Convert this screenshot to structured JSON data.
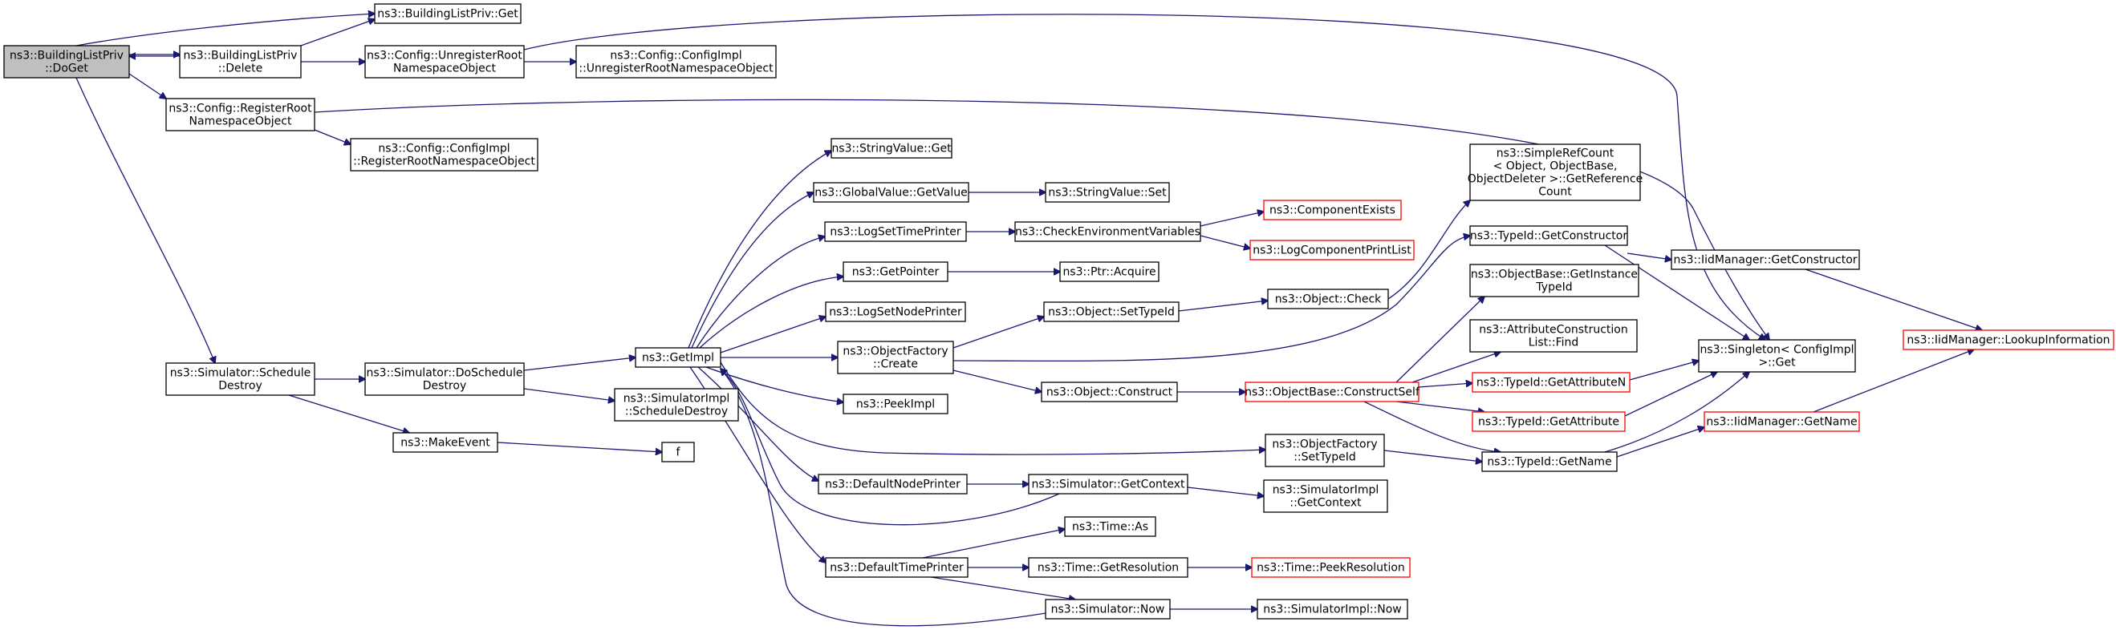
{
  "colors": {
    "edge": "#191970",
    "node_border": "#000000",
    "node_border_incomplete": "#ff0000",
    "node_fill": "#ffffff",
    "root_fill": "#bfbfbf"
  },
  "nodes": [
    {
      "id": "doget",
      "lines": [
        "ns3::BuildingListPriv",
        "::DoGet"
      ],
      "style": "root"
    },
    {
      "id": "blp_get",
      "lines": [
        "ns3::BuildingListPriv::Get"
      ],
      "style": "normal"
    },
    {
      "id": "blp_delete",
      "lines": [
        "ns3::BuildingListPriv",
        "::Delete"
      ],
      "style": "normal"
    },
    {
      "id": "cfg_unreg",
      "lines": [
        "ns3::Config::UnregisterRoot",
        "NamespaceObject"
      ],
      "style": "normal"
    },
    {
      "id": "cfgimpl_unreg",
      "lines": [
        "ns3::Config::ConfigImpl",
        "::UnregisterRootNamespaceObject"
      ],
      "style": "normal"
    },
    {
      "id": "cfg_reg",
      "lines": [
        "ns3::Config::RegisterRoot",
        "NamespaceObject"
      ],
      "style": "normal"
    },
    {
      "id": "cfgimpl_reg",
      "lines": [
        "ns3::Config::ConfigImpl",
        "::RegisterRootNamespaceObject"
      ],
      "style": "normal"
    },
    {
      "id": "sim_schedule_destroy",
      "lines": [
        "ns3::Simulator::Schedule",
        "Destroy"
      ],
      "style": "normal"
    },
    {
      "id": "sim_doschedule_destroy",
      "lines": [
        "ns3::Simulator::DoSchedule",
        "Destroy"
      ],
      "style": "normal"
    },
    {
      "id": "simimpl_schedule_destroy",
      "lines": [
        "ns3::SimulatorImpl",
        "::ScheduleDestroy"
      ],
      "style": "normal"
    },
    {
      "id": "make_event",
      "lines": [
        "ns3::MakeEvent"
      ],
      "style": "normal"
    },
    {
      "id": "f",
      "lines": [
        "f"
      ],
      "style": "normal"
    },
    {
      "id": "getimpl",
      "lines": [
        "ns3::GetImpl"
      ],
      "style": "normal"
    },
    {
      "id": "stringvalue_get",
      "lines": [
        "ns3::StringValue::Get"
      ],
      "style": "normal"
    },
    {
      "id": "globalvalue_getvalue",
      "lines": [
        "ns3::GlobalValue::GetValue"
      ],
      "style": "normal"
    },
    {
      "id": "stringvalue_set",
      "lines": [
        "ns3::StringValue::Set"
      ],
      "style": "normal"
    },
    {
      "id": "logsettimeprinter",
      "lines": [
        "ns3::LogSetTimePrinter"
      ],
      "style": "normal"
    },
    {
      "id": "checkenv",
      "lines": [
        "ns3::CheckEnvironmentVariables"
      ],
      "style": "normal"
    },
    {
      "id": "componentexists",
      "lines": [
        "ns3::ComponentExists"
      ],
      "style": "incomplete"
    },
    {
      "id": "logcomponentprintlist",
      "lines": [
        "ns3::LogComponentPrintList"
      ],
      "style": "incomplete"
    },
    {
      "id": "getpointer",
      "lines": [
        "ns3::GetPointer"
      ],
      "style": "normal"
    },
    {
      "id": "ptr_acquire",
      "lines": [
        "ns3::Ptr::Acquire"
      ],
      "style": "normal"
    },
    {
      "id": "logsetnodeprinter",
      "lines": [
        "ns3::LogSetNodePrinter"
      ],
      "style": "normal"
    },
    {
      "id": "objectfactory_create",
      "lines": [
        "ns3::ObjectFactory",
        "::Create"
      ],
      "style": "normal"
    },
    {
      "id": "object_settypeid",
      "lines": [
        "ns3::Object::SetTypeId"
      ],
      "style": "normal"
    },
    {
      "id": "object_check",
      "lines": [
        "ns3::Object::Check"
      ],
      "style": "normal"
    },
    {
      "id": "simplerefcount",
      "lines": [
        "ns3::SimpleRefCount",
        "< Object, ObjectBase,",
        " ObjectDeleter >::GetReference",
        "Count"
      ],
      "style": "normal"
    },
    {
      "id": "object_construct",
      "lines": [
        "ns3::Object::Construct"
      ],
      "style": "normal"
    },
    {
      "id": "objectbase_constructself",
      "lines": [
        "ns3::ObjectBase::ConstructSelf"
      ],
      "style": "incomplete"
    },
    {
      "id": "typeid_getconstructor",
      "lines": [
        "ns3::TypeId::GetConstructor"
      ],
      "style": "normal"
    },
    {
      "id": "objectbase_getinstancetypeid",
      "lines": [
        "ns3::ObjectBase::GetInstance",
        "TypeId"
      ],
      "style": "normal"
    },
    {
      "id": "attrconstruction_find",
      "lines": [
        "ns3::AttributeConstruction",
        "List::Find"
      ],
      "style": "normal"
    },
    {
      "id": "typeid_getattributen",
      "lines": [
        "ns3::TypeId::GetAttributeN"
      ],
      "style": "incomplete"
    },
    {
      "id": "typeid_getattribute",
      "lines": [
        "ns3::TypeId::GetAttribute"
      ],
      "style": "incomplete"
    },
    {
      "id": "peekimpl",
      "lines": [
        "ns3::PeekImpl"
      ],
      "style": "normal"
    },
    {
      "id": "objectfactory_settypeid",
      "lines": [
        "ns3::ObjectFactory",
        "::SetTypeId"
      ],
      "style": "normal"
    },
    {
      "id": "typeid_getname",
      "lines": [
        "ns3::TypeId::GetName"
      ],
      "style": "normal"
    },
    {
      "id": "singleton_get",
      "lines": [
        "ns3::Singleton< ConfigImpl",
        " >::Get"
      ],
      "style": "normal"
    },
    {
      "id": "iidmanager_getconstructor",
      "lines": [
        "ns3::IidManager::GetConstructor"
      ],
      "style": "normal"
    },
    {
      "id": "iidmanager_getname",
      "lines": [
        "ns3::IidManager::GetName"
      ],
      "style": "incomplete"
    },
    {
      "id": "iidmanager_lookupinformation",
      "lines": [
        "ns3::IidManager::LookupInformation"
      ],
      "style": "incomplete"
    },
    {
      "id": "defaultnodeprinter",
      "lines": [
        "ns3::DefaultNodePrinter"
      ],
      "style": "normal"
    },
    {
      "id": "sim_getcontext",
      "lines": [
        "ns3::Simulator::GetContext"
      ],
      "style": "normal"
    },
    {
      "id": "simimpl_getcontext",
      "lines": [
        "ns3::SimulatorImpl",
        "::GetContext"
      ],
      "style": "normal"
    },
    {
      "id": "time_as",
      "lines": [
        "ns3::Time::As"
      ],
      "style": "normal"
    },
    {
      "id": "defaulttimeprinter",
      "lines": [
        "ns3::DefaultTimePrinter"
      ],
      "style": "normal"
    },
    {
      "id": "time_getresolution",
      "lines": [
        "ns3::Time::GetResolution"
      ],
      "style": "normal"
    },
    {
      "id": "time_peekresolution",
      "lines": [
        "ns3::Time::PeekResolution"
      ],
      "style": "incomplete"
    },
    {
      "id": "sim_now",
      "lines": [
        "ns3::Simulator::Now"
      ],
      "style": "normal"
    },
    {
      "id": "simimpl_now",
      "lines": [
        "ns3::SimulatorImpl::Now"
      ],
      "style": "normal"
    }
  ]
}
